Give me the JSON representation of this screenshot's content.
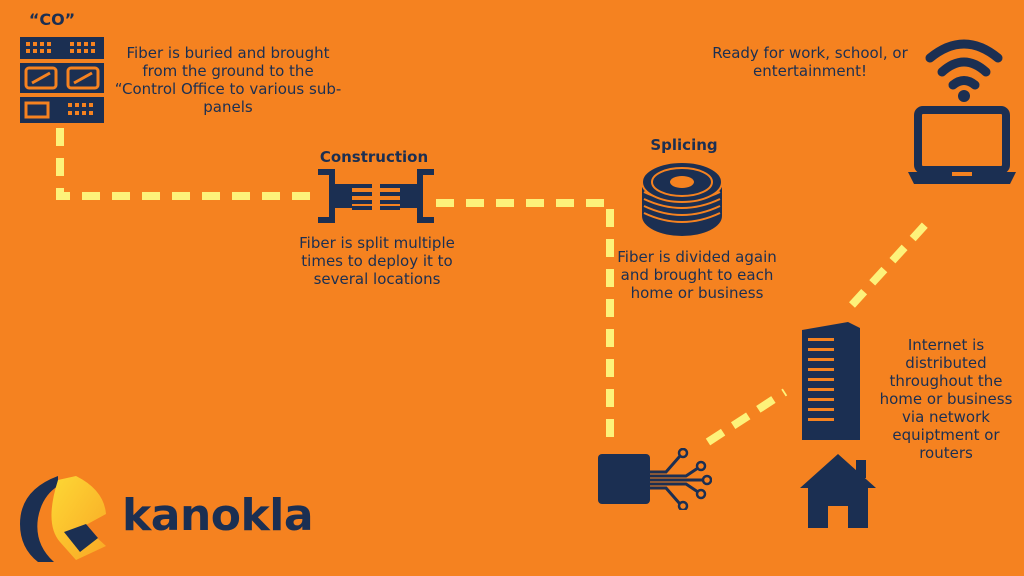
{
  "colors": {
    "background": "#f58220",
    "navy": "#1b2f52",
    "dash": "#fdf27a"
  },
  "co": {
    "title": "“CO”",
    "description": "Fiber is buried and brought from the ground to the “Control Office to various sub-panels"
  },
  "construction": {
    "title": "Construction",
    "description": "Fiber is split multiple times to deploy it to several locations"
  },
  "splicing": {
    "title": "Splicing",
    "description": "Fiber is divided again and brought to each home or business"
  },
  "ready": {
    "description": "Ready for work, school, or entertainment!"
  },
  "internet": {
    "description": "Internet is distributed throughout the home or business via network equiptment or routers"
  },
  "brand": {
    "name": "kanokla"
  },
  "icons": [
    "server-rack-icon",
    "fiber-connector-icon",
    "cable-spool-icon",
    "laptop-icon",
    "wifi-icon",
    "network-tower-icon",
    "fiber-terminal-icon",
    "house-icon",
    "kanokla-logo-icon"
  ]
}
